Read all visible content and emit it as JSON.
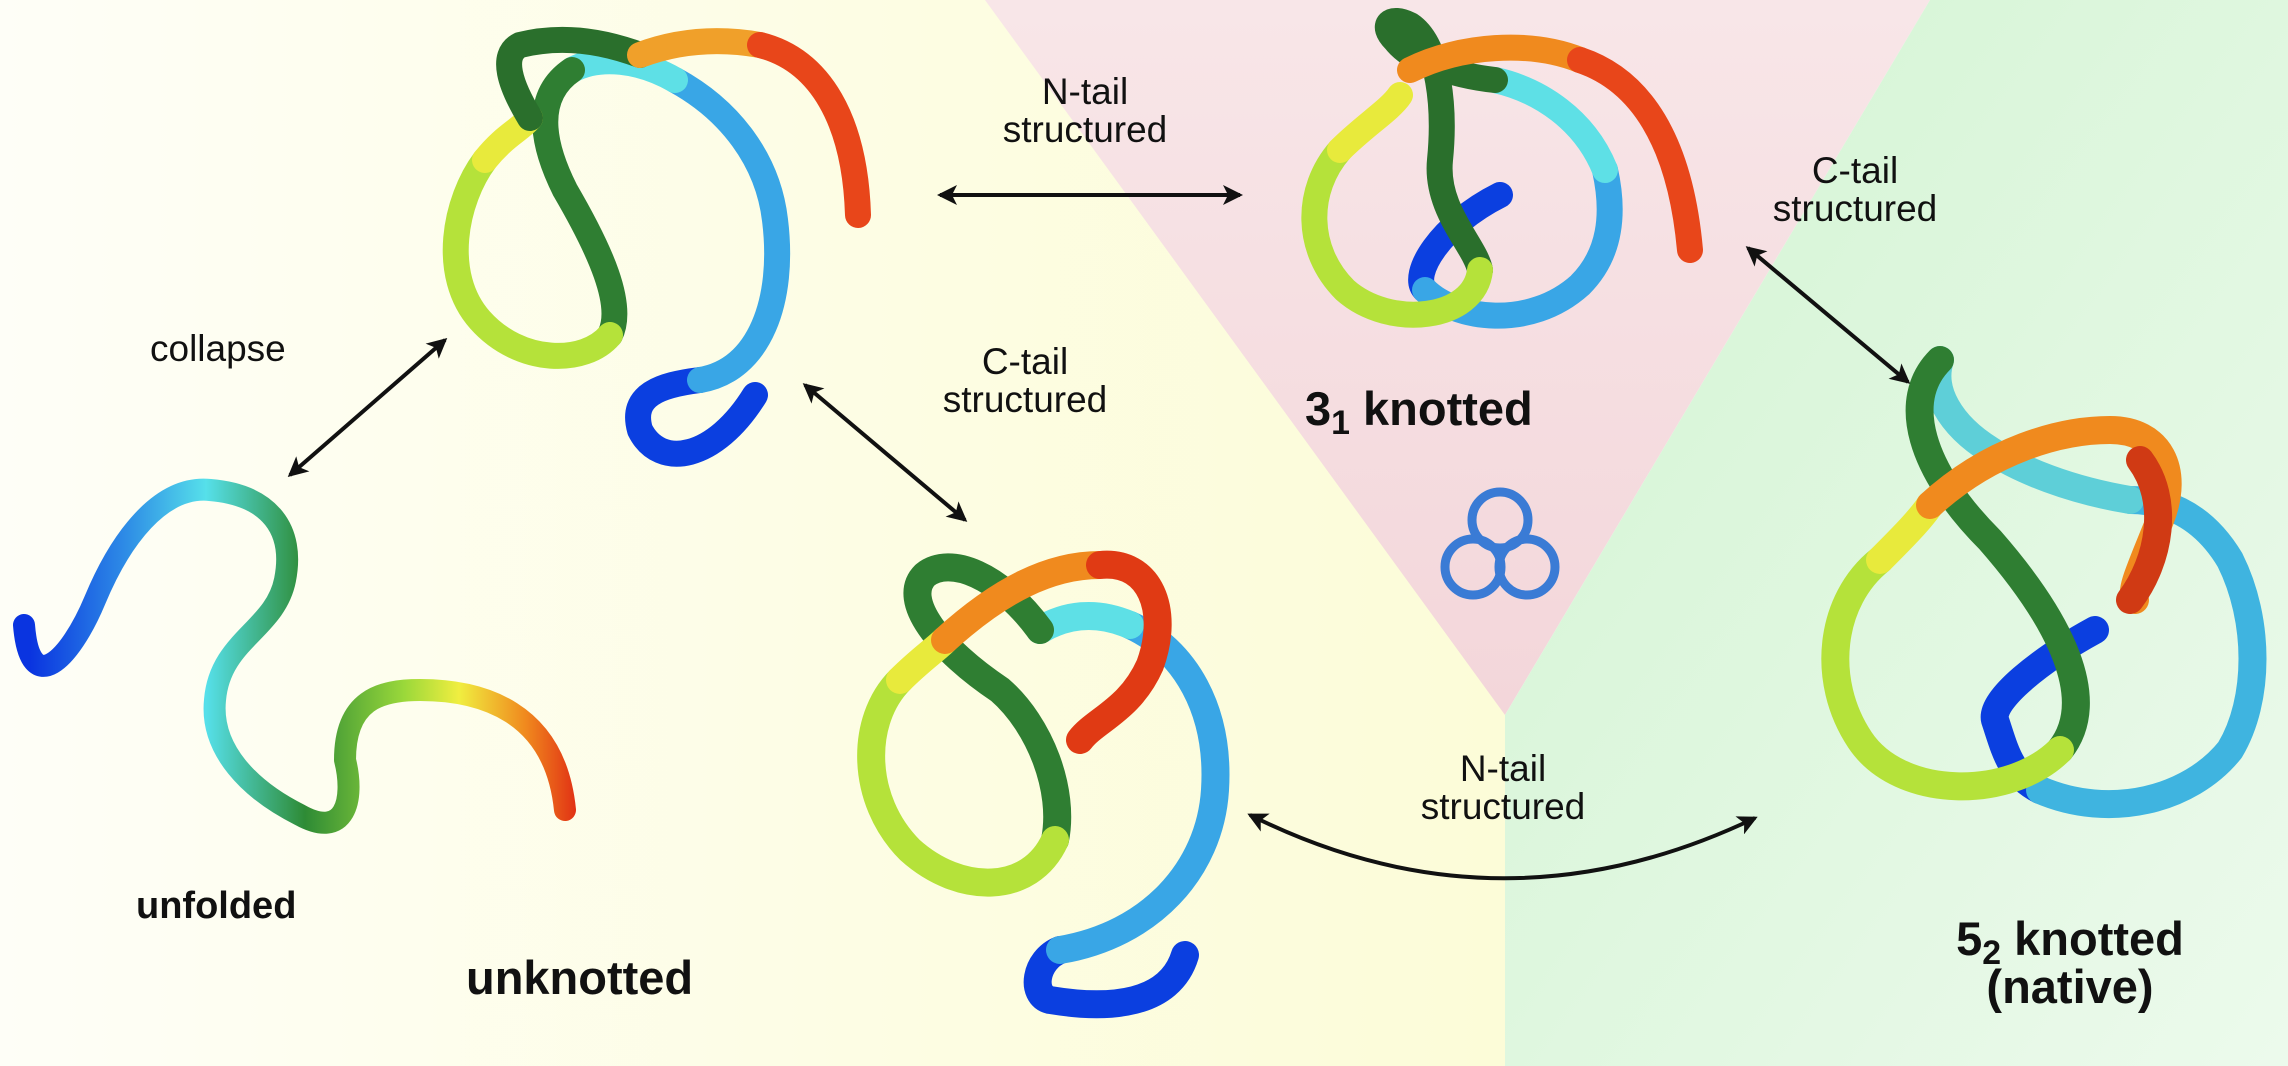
{
  "transitions": {
    "collapse": "collapse",
    "n_tail_top": [
      "N-tail",
      "structured"
    ],
    "c_tail_middle": [
      "C-tail",
      "structured"
    ],
    "c_tail_right": [
      "C-tail",
      "structured"
    ],
    "n_tail_bottom": [
      "N-tail",
      "structured"
    ]
  },
  "states": {
    "unfolded": "unfolded",
    "unknotted": "unknotted",
    "knot31": {
      "main": "3",
      "sub": "1",
      "rest": " knotted"
    },
    "knot52": {
      "main": "5",
      "sub": "2",
      "rest": " knotted",
      "line2": "(native)"
    }
  },
  "region_colors": {
    "unknotted": "#fdfde0",
    "knot31": "#f6dde0",
    "knot52": "#dcf5dc"
  },
  "icons": [
    "trefoil-knot-icon"
  ]
}
